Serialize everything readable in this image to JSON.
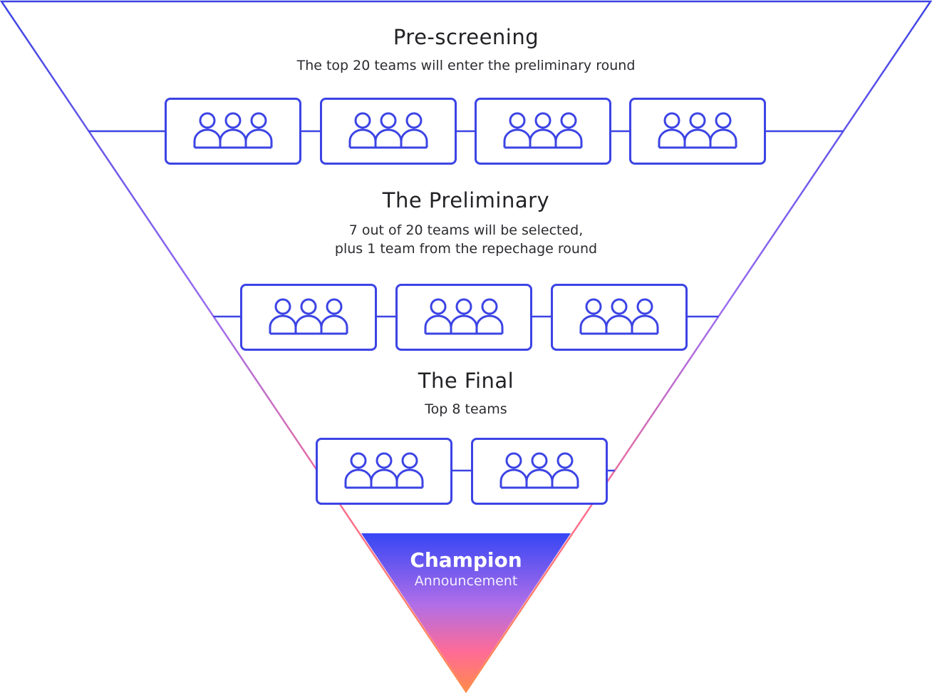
{
  "colors": {
    "outline_top": "#3c44e4",
    "outline_mid": "#9b6cf0",
    "outline_bottom": "#ff6f8a",
    "box_border": "#3c44e4",
    "tip_top": "#3646f4",
    "tip_mid": "#b06ee8",
    "tip_low": "#ff6b96",
    "tip_bottom": "#ff8a4c",
    "text": "#222226"
  },
  "icon": "team-people-icon",
  "stages": [
    {
      "title": "Pre-screening",
      "description": [
        "The top 20 teams will enter the preliminary round"
      ],
      "team_boxes": 4
    },
    {
      "title": "The Preliminary",
      "description": [
        "7 out of 20 teams will be selected,",
        "plus 1 team from the repechage round"
      ],
      "team_boxes": 3
    },
    {
      "title": "The Final",
      "description": [
        "Top 8 teams"
      ],
      "team_boxes": 2
    }
  ],
  "champion": {
    "title": "Champion",
    "subtitle": "Announcement"
  }
}
